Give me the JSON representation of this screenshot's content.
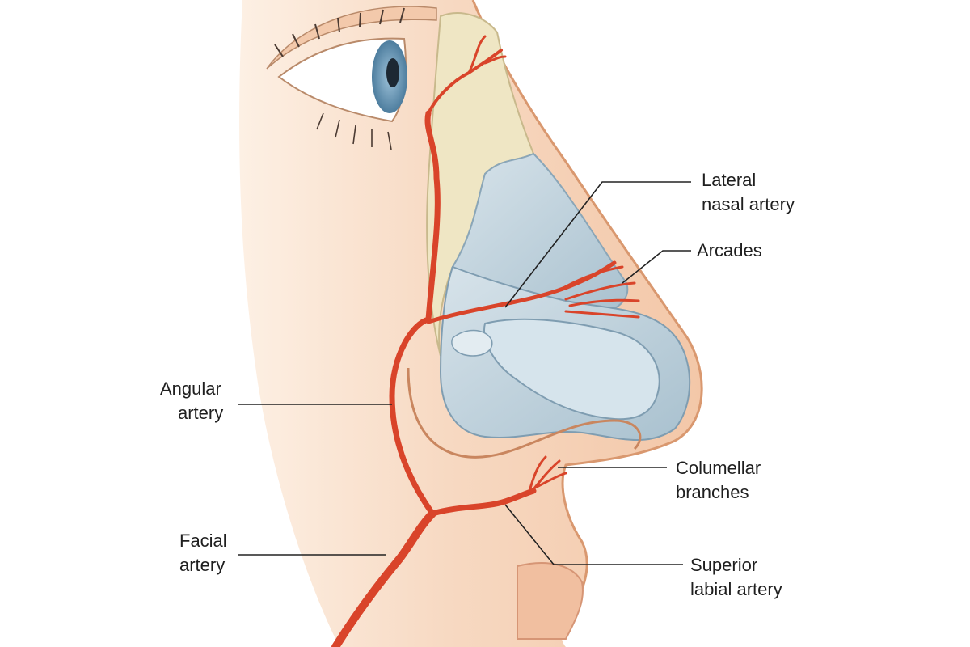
{
  "labels": {
    "lateral_nasal": {
      "line1": "Lateral",
      "line2": "nasal artery"
    },
    "arcades": {
      "line1": "Arcades"
    },
    "angular": {
      "line1": "Angular",
      "line2": "artery"
    },
    "columellar": {
      "line1": "Columellar",
      "line2": "branches"
    },
    "facial": {
      "line1": "Facial",
      "line2": "artery"
    },
    "superior_labial": {
      "line1": "Superior",
      "line2": "labial artery"
    }
  },
  "colors": {
    "skin": "#f6d3b8",
    "skin_shadow": "#e9b08f",
    "bone": "#efe6c4",
    "cartilage": "#bfd3de",
    "artery": "#d9442a",
    "leader": "#222222"
  }
}
